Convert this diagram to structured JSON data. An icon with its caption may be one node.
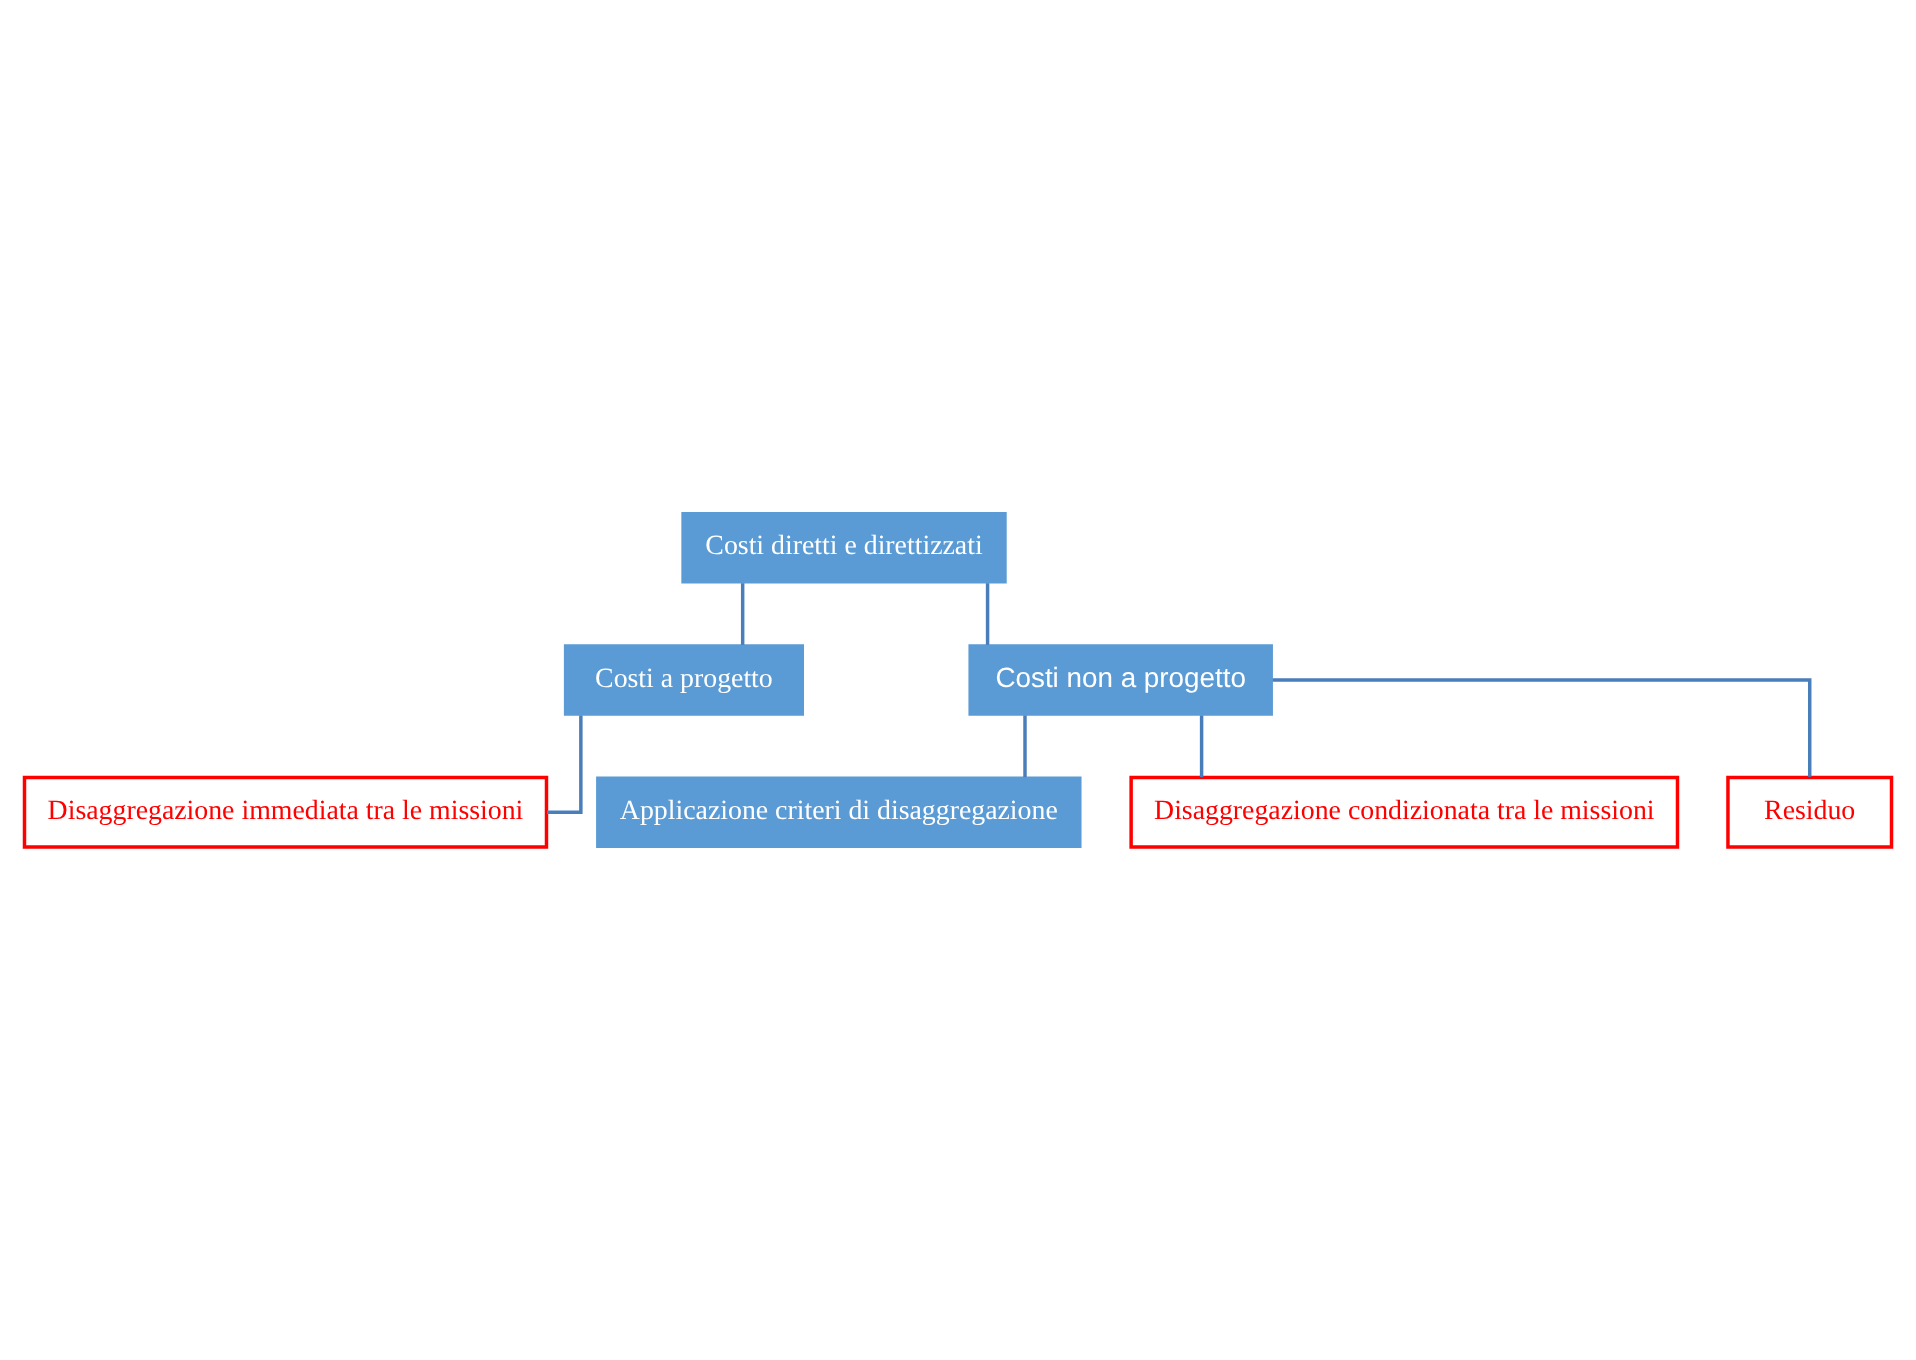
{
  "diagram": {
    "nodes": [
      {
        "text": [
          "Costi diretti e direttizzati"
        ]
      },
      {
        "text": [
          "Costi a progetto"
        ]
      },
      {
        "text": [
          "Costi non a progetto"
        ]
      },
      {
        "text": [
          "Disaggregazione immediata tra le missioni"
        ]
      },
      {
        "text": [
          "Applicazione criteri di disaggregazione"
        ]
      },
      {
        "text": [
          "Disaggregazione condizionata tra le missioni"
        ]
      },
      {
        "text": [
          "Residuo"
        ]
      }
    ],
    "edges": [
      {
        "from": 0,
        "to": 1,
        "arrow": "none"
      },
      {
        "from": 0,
        "to": 2,
        "arrow": "none"
      },
      {
        "from": 1,
        "to": 3,
        "arrow": "none"
      },
      {
        "from": 2,
        "to": 4,
        "arrow": "none"
      },
      {
        "from": 2,
        "to": 5,
        "arrow": "none"
      },
      {
        "from": 2,
        "to": 6,
        "arrow": "none"
      }
    ]
  }
}
